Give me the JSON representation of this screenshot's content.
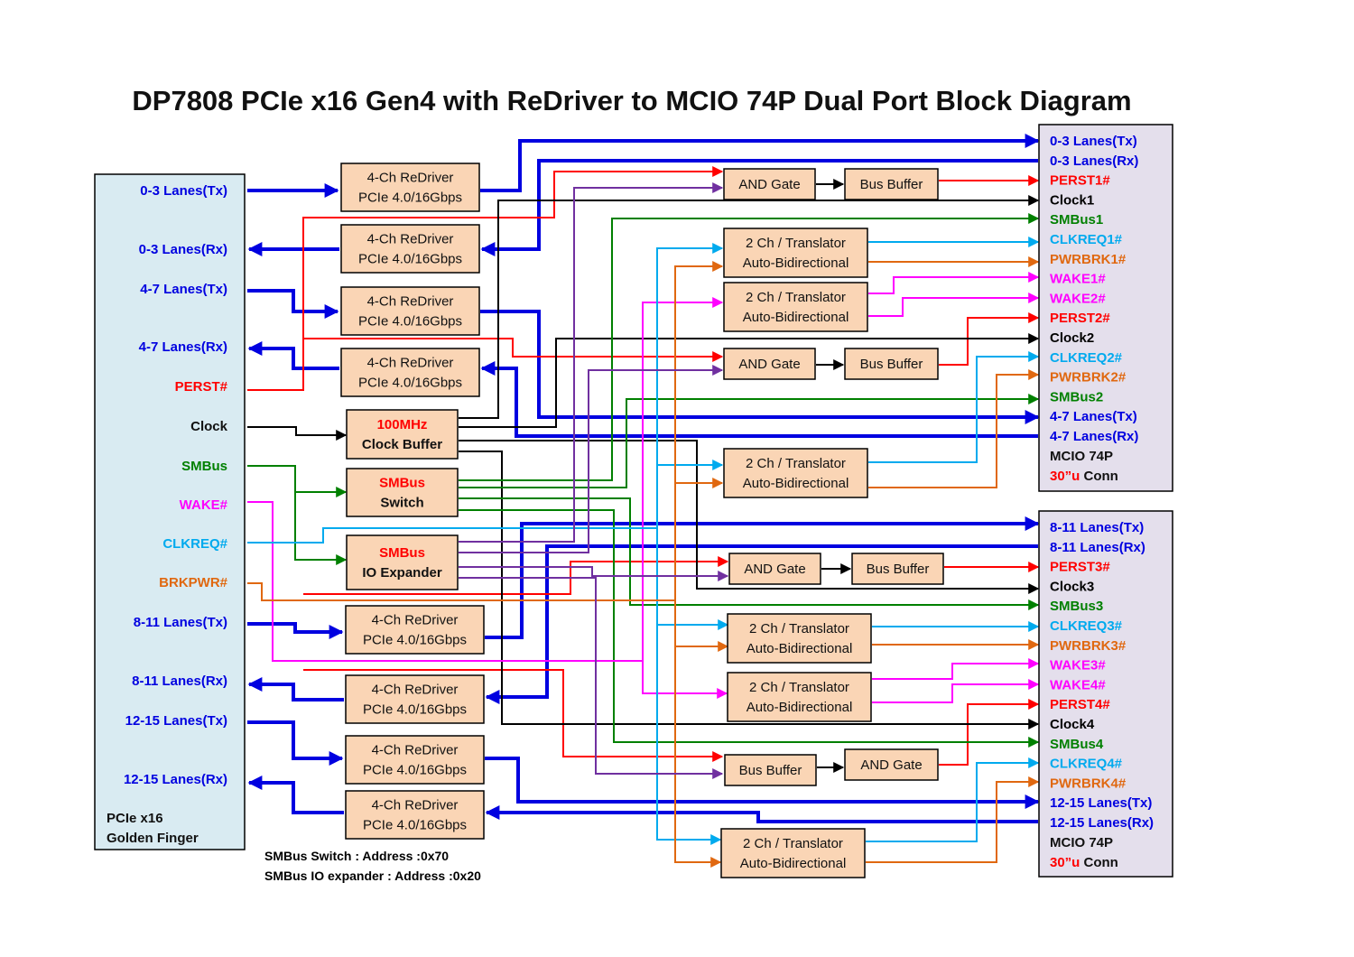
{
  "title": "DP7808 PCIe x16 Gen4 with ReDriver to MCIO 74P Dual Port Block Diagram",
  "colors": {
    "lane": "#0000e0",
    "perst": "#ff0000",
    "clock": "#000000",
    "smbus": "#008000",
    "wake": "#ff00ff",
    "clkreq": "#00aaee",
    "pwrbrk": "#e06810",
    "io": "#7030a0",
    "block_fill": "#fad5b5",
    "left_panel_fill": "#d9ebf2",
    "right_panel_fill": "#e4dfec"
  },
  "left_panel": {
    "signals": [
      {
        "label": "0-3 Lanes(Tx)",
        "color": "lane"
      },
      {
        "label": "0-3 Lanes(Rx)",
        "color": "lane"
      },
      {
        "label": "4-7 Lanes(Tx)",
        "color": "lane"
      },
      {
        "label": "4-7 Lanes(Rx)",
        "color": "lane"
      },
      {
        "label": "PERST#",
        "color": "perst"
      },
      {
        "label": "Clock",
        "color": "clock"
      },
      {
        "label": "SMBus",
        "color": "smbus"
      },
      {
        "label": "WAKE#",
        "color": "wake"
      },
      {
        "label": "CLKREQ#",
        "color": "clkreq"
      },
      {
        "label": "BRKPWR#",
        "color": "pwrbrk"
      },
      {
        "label": "8-11 Lanes(Tx)",
        "color": "lane"
      },
      {
        "label": "8-11 Lanes(Rx)",
        "color": "lane"
      },
      {
        "label": "12-15 Lanes(Tx)",
        "color": "lane"
      },
      {
        "label": "12-15 Lanes(Rx)",
        "color": "lane"
      }
    ],
    "footer": [
      "PCIe x16",
      "Golden Finger"
    ]
  },
  "redrivers": [
    [
      "4-Ch ReDriver",
      "PCIe 4.0/16Gbps"
    ],
    [
      "4-Ch ReDriver",
      "PCIe 4.0/16Gbps"
    ],
    [
      "4-Ch ReDriver",
      "PCIe 4.0/16Gbps"
    ],
    [
      "4-Ch ReDriver",
      "PCIe 4.0/16Gbps"
    ],
    [
      "4-Ch ReDriver",
      "PCIe 4.0/16Gbps"
    ],
    [
      "4-Ch ReDriver",
      "PCIe 4.0/16Gbps"
    ],
    [
      "4-Ch ReDriver",
      "PCIe 4.0/16Gbps"
    ],
    [
      "4-Ch ReDriver",
      "PCIe 4.0/16Gbps"
    ]
  ],
  "clock_buffer": [
    "100MHz",
    "Clock Buffer"
  ],
  "smbus_switch": [
    "SMBus",
    "Switch"
  ],
  "io_expander": [
    "SMBus",
    "IO Expander"
  ],
  "and_gate": "AND Gate",
  "bus_buffer": "Bus Buffer",
  "translator": [
    "2 Ch / Translator",
    "Auto-Bidirectional"
  ],
  "connector1": {
    "pins": [
      {
        "label": "0-3 Lanes(Tx)",
        "color": "lane"
      },
      {
        "label": "0-3 Lanes(Rx)",
        "color": "lane"
      },
      {
        "label": "PERST1#",
        "color": "perst"
      },
      {
        "label": "Clock1",
        "color": "clock"
      },
      {
        "label": "SMBus1",
        "color": "smbus"
      },
      {
        "label": "CLKREQ1#",
        "color": "clkreq"
      },
      {
        "label": "PWRBRK1#",
        "color": "pwrbrk"
      },
      {
        "label": "WAKE1#",
        "color": "wake"
      },
      {
        "label": "WAKE2#",
        "color": "wake"
      },
      {
        "label": "PERST2#",
        "color": "perst"
      },
      {
        "label": "Clock2",
        "color": "clock"
      },
      {
        "label": "CLKREQ2#",
        "color": "clkreq"
      },
      {
        "label": "PWRBRK2#",
        "color": "pwrbrk"
      },
      {
        "label": "SMBus2",
        "color": "smbus"
      },
      {
        "label": "4-7 Lanes(Tx)",
        "color": "lane"
      },
      {
        "label": "4-7 Lanes(Rx)",
        "color": "lane"
      }
    ],
    "name": "MCIO 74P",
    "conn_gold": "30”u",
    "conn_word": " Conn"
  },
  "connector2": {
    "pins": [
      {
        "label": "8-11 Lanes(Tx)",
        "color": "lane"
      },
      {
        "label": "8-11 Lanes(Rx)",
        "color": "lane"
      },
      {
        "label": "PERST3#",
        "color": "perst"
      },
      {
        "label": "Clock3",
        "color": "clock"
      },
      {
        "label": "SMBus3",
        "color": "smbus"
      },
      {
        "label": "CLKREQ3#",
        "color": "clkreq"
      },
      {
        "label": "PWRBRK3#",
        "color": "pwrbrk"
      },
      {
        "label": "WAKE3#",
        "color": "wake"
      },
      {
        "label": "WAKE4#",
        "color": "wake"
      },
      {
        "label": "PERST4#",
        "color": "perst"
      },
      {
        "label": "Clock4",
        "color": "clock"
      },
      {
        "label": "SMBus4",
        "color": "smbus"
      },
      {
        "label": "CLKREQ4#",
        "color": "clkreq"
      },
      {
        "label": "PWRBRK4#",
        "color": "pwrbrk"
      },
      {
        "label": "12-15 Lanes(Tx)",
        "color": "lane"
      },
      {
        "label": "12-15 Lanes(Rx)",
        "color": "lane"
      }
    ],
    "name": "MCIO 74P",
    "conn_gold": "30”u",
    "conn_word": " Conn"
  },
  "notes": [
    "SMBus Switch : Address :0x70",
    "SMBus IO expander : Address :0x20"
  ]
}
